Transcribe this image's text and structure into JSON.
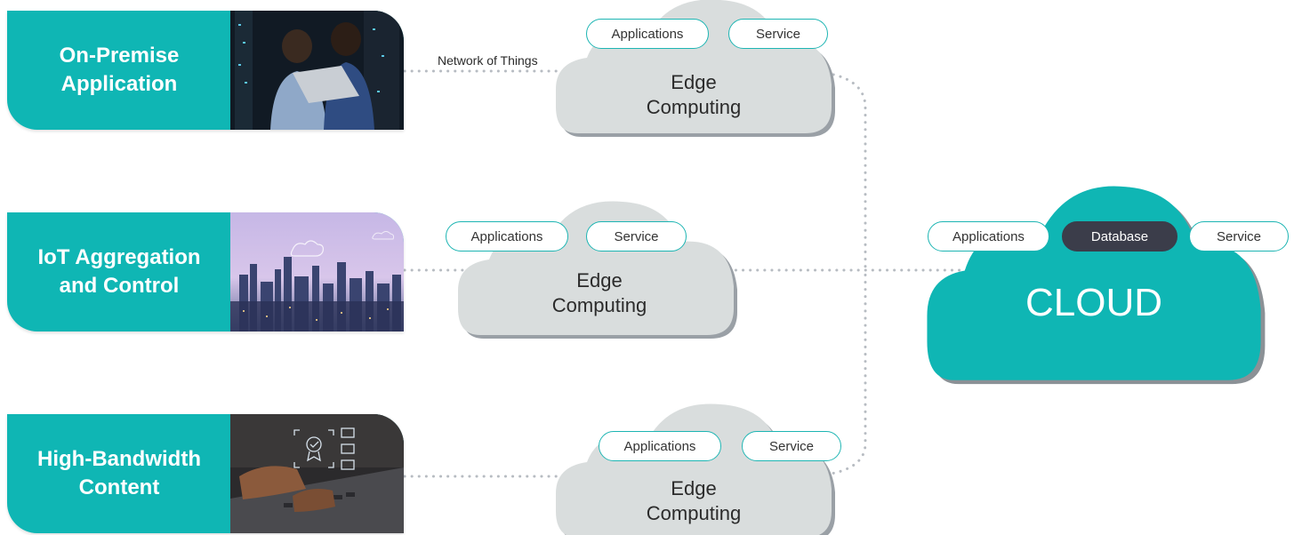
{
  "sources": [
    {
      "label": "On-Premise\nApplication"
    },
    {
      "label": "IoT Aggregation\nand Control"
    },
    {
      "label": "High-Bandwidth\nContent"
    }
  ],
  "connection_label": "Network of Things",
  "edges": [
    {
      "title": "Edge\nComputing",
      "applications": "Applications",
      "service": "Service"
    },
    {
      "title": "Edge\nComputing",
      "applications": "Applications",
      "service": "Service"
    },
    {
      "title": "Edge\nComputing",
      "applications": "Applications",
      "service": "Service"
    }
  ],
  "cloud": {
    "title": "CLOUD",
    "applications": "Applications",
    "database": "Database",
    "service": "Service"
  },
  "colors": {
    "teal": "#0fb6b4",
    "edge_cloud": "#d9dddd",
    "dark_pill": "#3b3d4a",
    "connector": "#b7bcc2"
  }
}
